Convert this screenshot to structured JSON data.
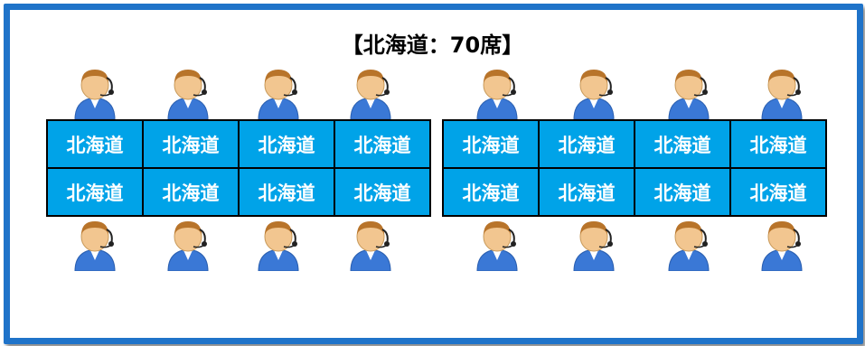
{
  "title": "【北海道：70席】",
  "seat_label": "北海道",
  "blocks": [
    {
      "rows": [
        [
          "北海道",
          "北海道",
          "北海道",
          "北海道"
        ],
        [
          "北海道",
          "北海道",
          "北海道",
          "北海道"
        ]
      ]
    },
    {
      "rows": [
        [
          "北海道",
          "北海道",
          "北海道",
          "北海道"
        ],
        [
          "北海道",
          "北海道",
          "北海道",
          "北海道"
        ]
      ]
    }
  ],
  "colors": {
    "frame": "#1f73c9",
    "seat": "#00a3e8",
    "seat_text": "#ffffff",
    "person_shirt": "#3a78d6",
    "person_skin": "#f2c690",
    "person_hair": "#b8742a"
  },
  "icons": {
    "operator": "operator-headset-icon"
  }
}
